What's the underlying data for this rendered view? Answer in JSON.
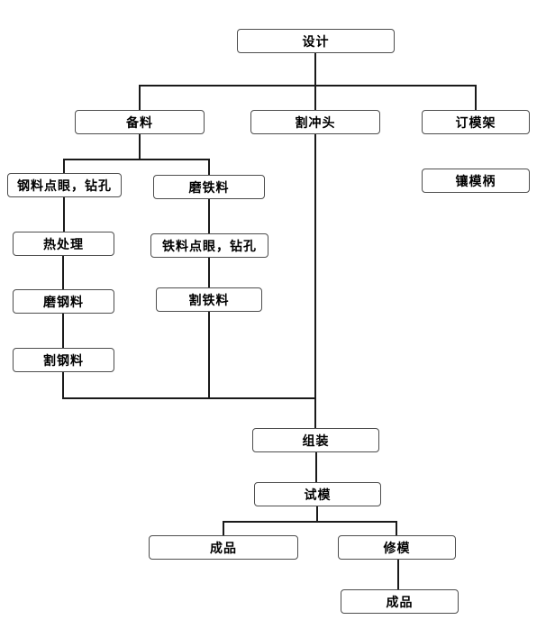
{
  "diagram": {
    "type": "flowchart",
    "background": "#ffffff",
    "line_color": "#1a1a1a",
    "box_border_color": "#4d4d4d"
  },
  "nodes": {
    "design": "设计",
    "prepare_material": "备料",
    "cut_punch": "割冲头",
    "order_mold_frame": "订模架",
    "insert_mold_handle": "镶模柄",
    "steel_spot_drill": "钢料点眼，钻孔",
    "grind_iron": "磨铁料",
    "heat_treatment": "热处理",
    "iron_spot_drill": "铁料点眼，钻孔",
    "grind_steel": "磨钢料",
    "cut_iron": "割铁料",
    "cut_steel": "割钢料",
    "assembly": "组装",
    "test_mold": "试模",
    "finished_product_left": "成品",
    "repair_mold": "修模",
    "finished_product_bottom": "成品"
  }
}
